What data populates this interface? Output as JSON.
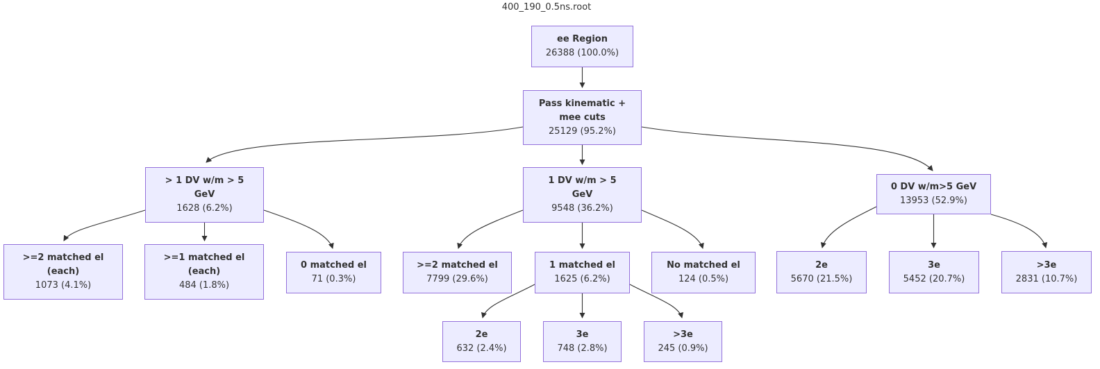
{
  "title": "400_190_0.5ns.root",
  "colors": {
    "node_fill": "#ECECFF",
    "node_border": "#9370DB",
    "edge": "#333333",
    "text": "#333333"
  },
  "nodes": {
    "root": {
      "label": "ee Region",
      "count": "26388 (100.0%)"
    },
    "pass": {
      "label1": "Pass kinematic +",
      "label2": "mee cuts",
      "count": "25129 (95.2%)"
    },
    "gt1dv": {
      "label1": "> 1 DV w/m > 5",
      "label2": "GeV",
      "count": "1628 (6.2%)"
    },
    "onedv": {
      "label1": "1 DV w/m > 5",
      "label2": "GeV",
      "count": "9548 (36.2%)"
    },
    "zerodv": {
      "label": "0 DV w/m>5 GeV",
      "count": "13953 (52.9%)"
    },
    "ge2each": {
      "label1": ">=2 matched el",
      "label2": "(each)",
      "count": "1073 (4.1%)"
    },
    "ge1each": {
      "label1": ">=1 matched el",
      "label2": "(each)",
      "count": "484 (1.8%)"
    },
    "zeromatch": {
      "label": "0 matched el",
      "count": "71 (0.3%)"
    },
    "ge2": {
      "label": ">=2 matched el",
      "count": "7799 (29.6%)"
    },
    "onematch": {
      "label": "1 matched el",
      "count": "1625 (6.2%)"
    },
    "nomatch": {
      "label": "No matched el",
      "count": "124 (0.5%)"
    },
    "dv0_2e": {
      "label": "2e",
      "count": "5670 (21.5%)"
    },
    "dv0_3e": {
      "label": "3e",
      "count": "5452 (20.7%)"
    },
    "dv0_gt3e": {
      "label": ">3e",
      "count": "2831 (10.7%)"
    },
    "m_2e": {
      "label": "2e",
      "count": "632 (2.4%)"
    },
    "m_3e": {
      "label": "3e",
      "count": "748 (2.8%)"
    },
    "m_gt3e": {
      "label": ">3e",
      "count": "245 (0.9%)"
    }
  }
}
